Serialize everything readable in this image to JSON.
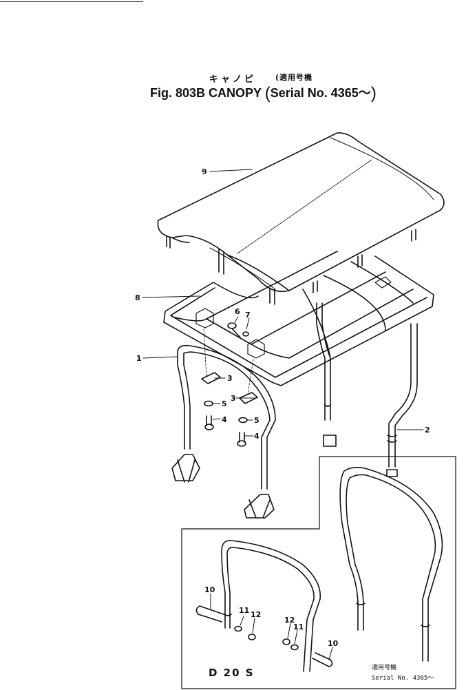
{
  "title": {
    "japanese_name": "キャノピ",
    "japanese_applicable": "(適用号機",
    "figure": "Fig. 803B CANOPY",
    "serial_open": "(",
    "serial": "Serial No. 4365～",
    "serial_close": ")"
  },
  "callouts": [
    {
      "id": "9",
      "label": "9"
    },
    {
      "id": "8",
      "label": "8"
    },
    {
      "id": "1",
      "label": "1"
    },
    {
      "id": "6",
      "label": "6"
    },
    {
      "id": "7",
      "label": "7"
    },
    {
      "id": "3a",
      "label": "3"
    },
    {
      "id": "5a",
      "label": "5"
    },
    {
      "id": "4a",
      "label": "4"
    },
    {
      "id": "3b",
      "label": "3"
    },
    {
      "id": "5b",
      "label": "5"
    },
    {
      "id": "4b",
      "label": "4"
    },
    {
      "id": "2",
      "label": "2"
    },
    {
      "id": "10a",
      "label": "10"
    },
    {
      "id": "11a",
      "label": "11"
    },
    {
      "id": "12a",
      "label": "12"
    },
    {
      "id": "12b",
      "label": "12"
    },
    {
      "id": "11b",
      "label": "11"
    },
    {
      "id": "10b",
      "label": "10"
    }
  ],
  "inset": {
    "model": "D 20 S",
    "applicable_jp": "適用号機",
    "serial": "Serial No. 4365～"
  },
  "colors": {
    "line": "#111111",
    "background": "#ffffff"
  }
}
